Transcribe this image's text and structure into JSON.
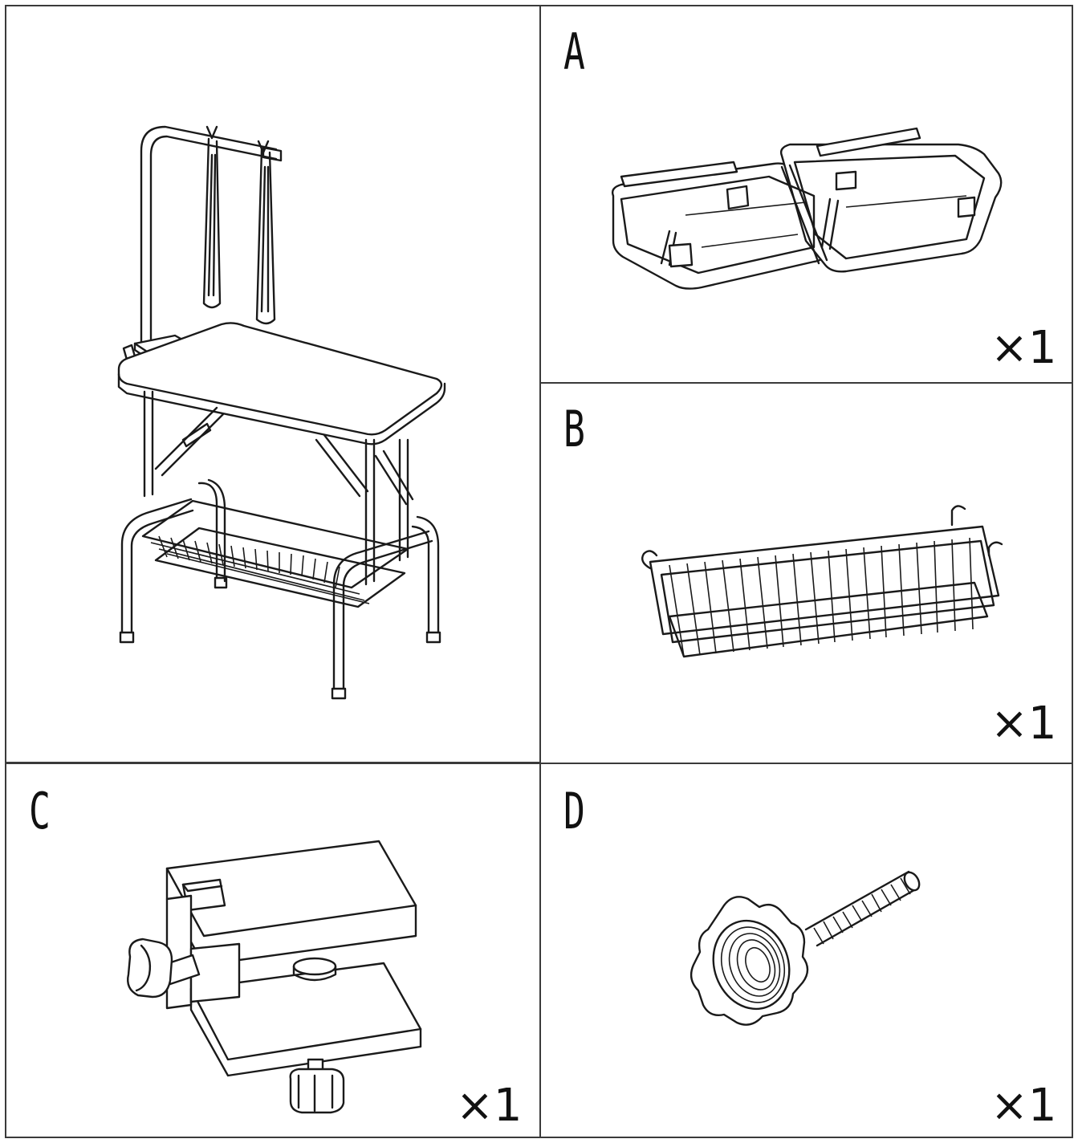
{
  "panels": {
    "assembled": {},
    "a": {
      "label": "A",
      "quantity": "×1"
    },
    "b": {
      "label": "B",
      "quantity": "×1"
    },
    "c": {
      "label": "C",
      "quantity": "×1"
    },
    "d": {
      "label": "D",
      "quantity": "×1"
    }
  },
  "colors": {
    "line": "#1a1a1a",
    "border": "#3a3a3a",
    "background": "#ffffff"
  }
}
